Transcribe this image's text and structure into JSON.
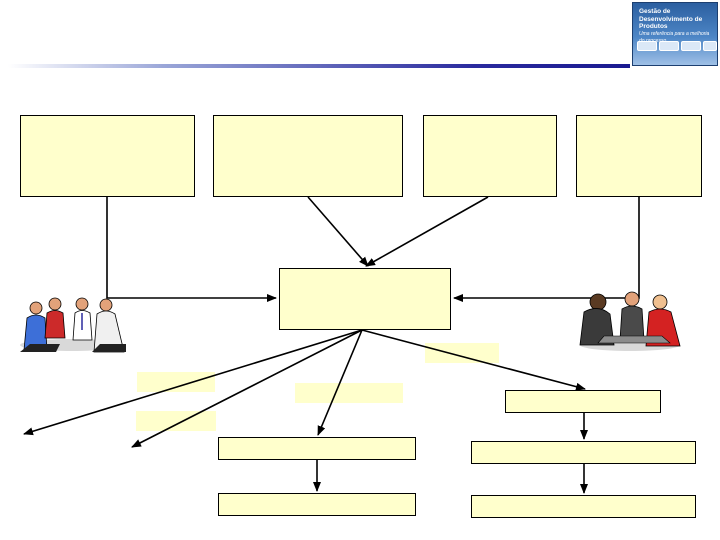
{
  "logo": {
    "title_line1": "Gestão de",
    "title_line2": "Desenvolvimento de Produtos",
    "subtitle": "Uma referência para a melhoria do processo",
    "icon": "film-reel-icon"
  },
  "diagram": {
    "colors": {
      "box_fill": "#ffffcc",
      "box_border": "#000000",
      "rule": "#1a1a90",
      "logo_bg": "#2b5fa0"
    },
    "people_icons": [
      "team-meeting-icon",
      "business-meeting-icon"
    ]
  }
}
